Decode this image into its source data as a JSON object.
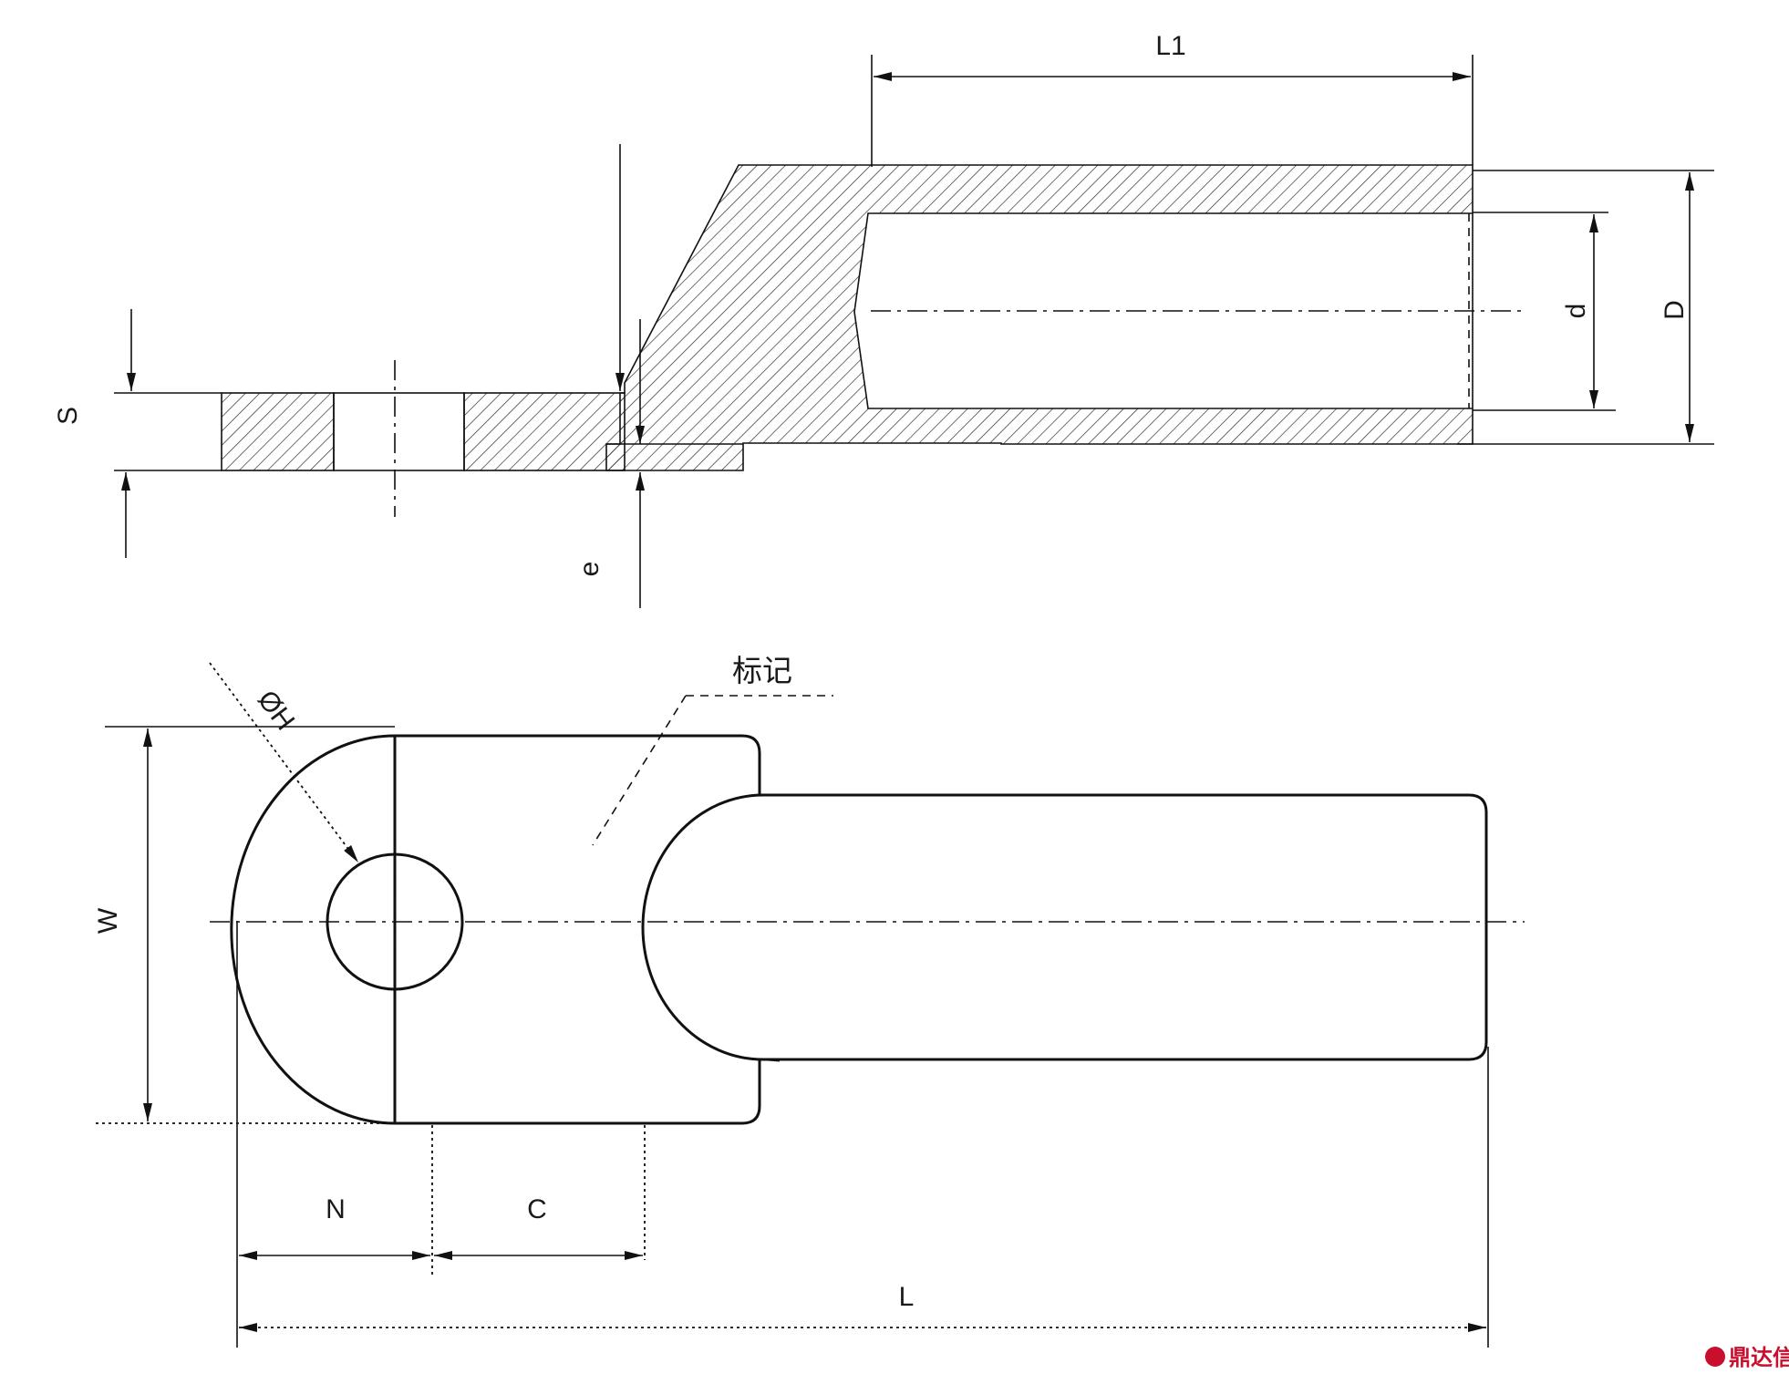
{
  "labels": {
    "L1": "L1",
    "S": "S",
    "e": "e",
    "d": "d",
    "D": "D",
    "phiH": "ØH",
    "mark": "标记",
    "W": "W",
    "N": "N",
    "C": "C",
    "L": "L"
  },
  "watermark": {
    "text": "鼎达信",
    "color": "#c8102e"
  }
}
